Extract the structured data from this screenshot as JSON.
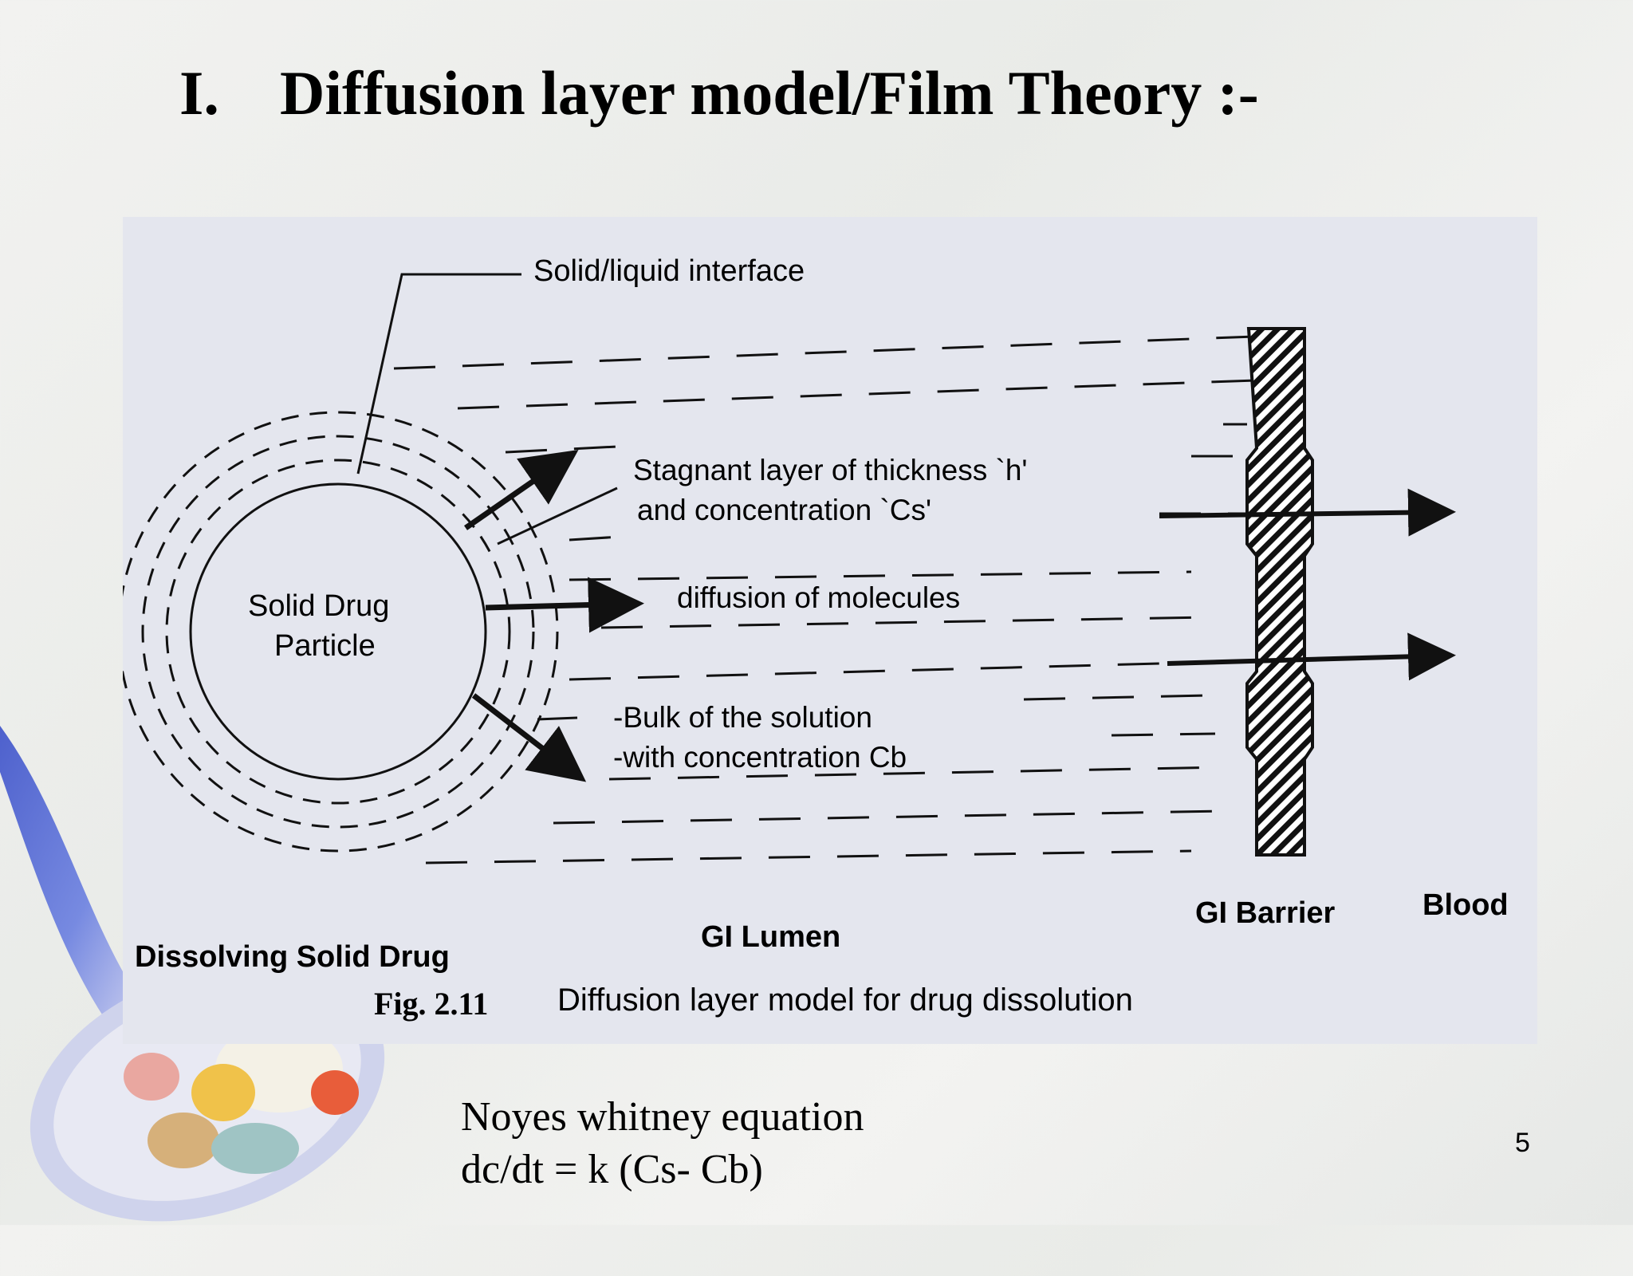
{
  "slide": {
    "title_number": "I.",
    "title_text": "Diffusion layer model/Film Theory :-",
    "page_number": "5"
  },
  "figure": {
    "labels": {
      "interface": "Solid/liquid interface",
      "stagnant_1": "Stagnant layer of thickness `h'",
      "stagnant_2": "and concentration `Cs'",
      "particle_1": "Solid Drug",
      "particle_2": "Particle",
      "diffusion": "diffusion of molecules",
      "bulk_1": "-Bulk of the solution",
      "bulk_2": "-with concentration Cb",
      "dissolving": "Dissolving Solid Drug",
      "lumen": "GI Lumen",
      "barrier": "GI Barrier",
      "blood": "Blood",
      "caption_num": "Fig. 2.11",
      "caption_text": "Diffusion layer model for drug dissolution"
    }
  },
  "equation": {
    "line1": "Noyes whitney equation",
    "line2": "dc/dt = k (Cs- Cb)"
  }
}
